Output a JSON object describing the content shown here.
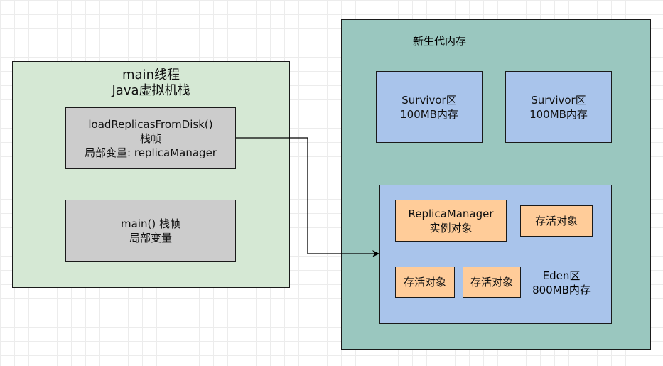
{
  "stack": {
    "title": "main线程\nJava虚拟机栈",
    "frames": [
      {
        "label": "loadReplicasFromDisk()\n栈帧\n局部变量: replicaManager"
      },
      {
        "label": "main() 栈帧\n局部变量"
      }
    ]
  },
  "young_gen": {
    "title": "新生代内存",
    "survivors": [
      {
        "label": "Survivor区\n100MB内存"
      },
      {
        "label": "Survivor区\n100MB内存"
      }
    ],
    "eden": {
      "label": "Eden区\n800MB内存",
      "objects": [
        {
          "label": "ReplicaManager\n实例对象"
        },
        {
          "label": "存活对象"
        },
        {
          "label": "存活对象"
        },
        {
          "label": "存活对象"
        }
      ]
    }
  },
  "colors": {
    "stack_bg": "#d5e8d4",
    "frame_bg": "#cccccc",
    "young_bg": "#9ac7bf",
    "region_bg": "#a9c4eb",
    "object_bg": "#ffcc99"
  }
}
